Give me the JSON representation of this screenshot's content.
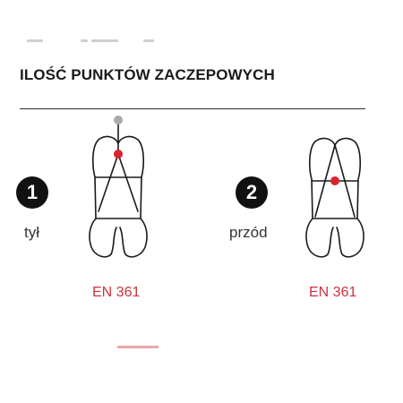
{
  "heading": "ILOŚĆ PUNKTÓW ZACZEPOWYCH",
  "items": [
    {
      "number": "1",
      "position_label": "tył",
      "standard": "EN 361"
    },
    {
      "number": "2",
      "position_label": "przód",
      "standard": "EN 361"
    }
  ],
  "colors": {
    "accent_red": "#d0313b",
    "attachment_dot_red": "#d9232d",
    "attachment_dot_grey": "#a9a9a9",
    "badge_background": "#111111"
  },
  "icons": [
    "back-harness-icon",
    "front-harness-icon"
  ]
}
